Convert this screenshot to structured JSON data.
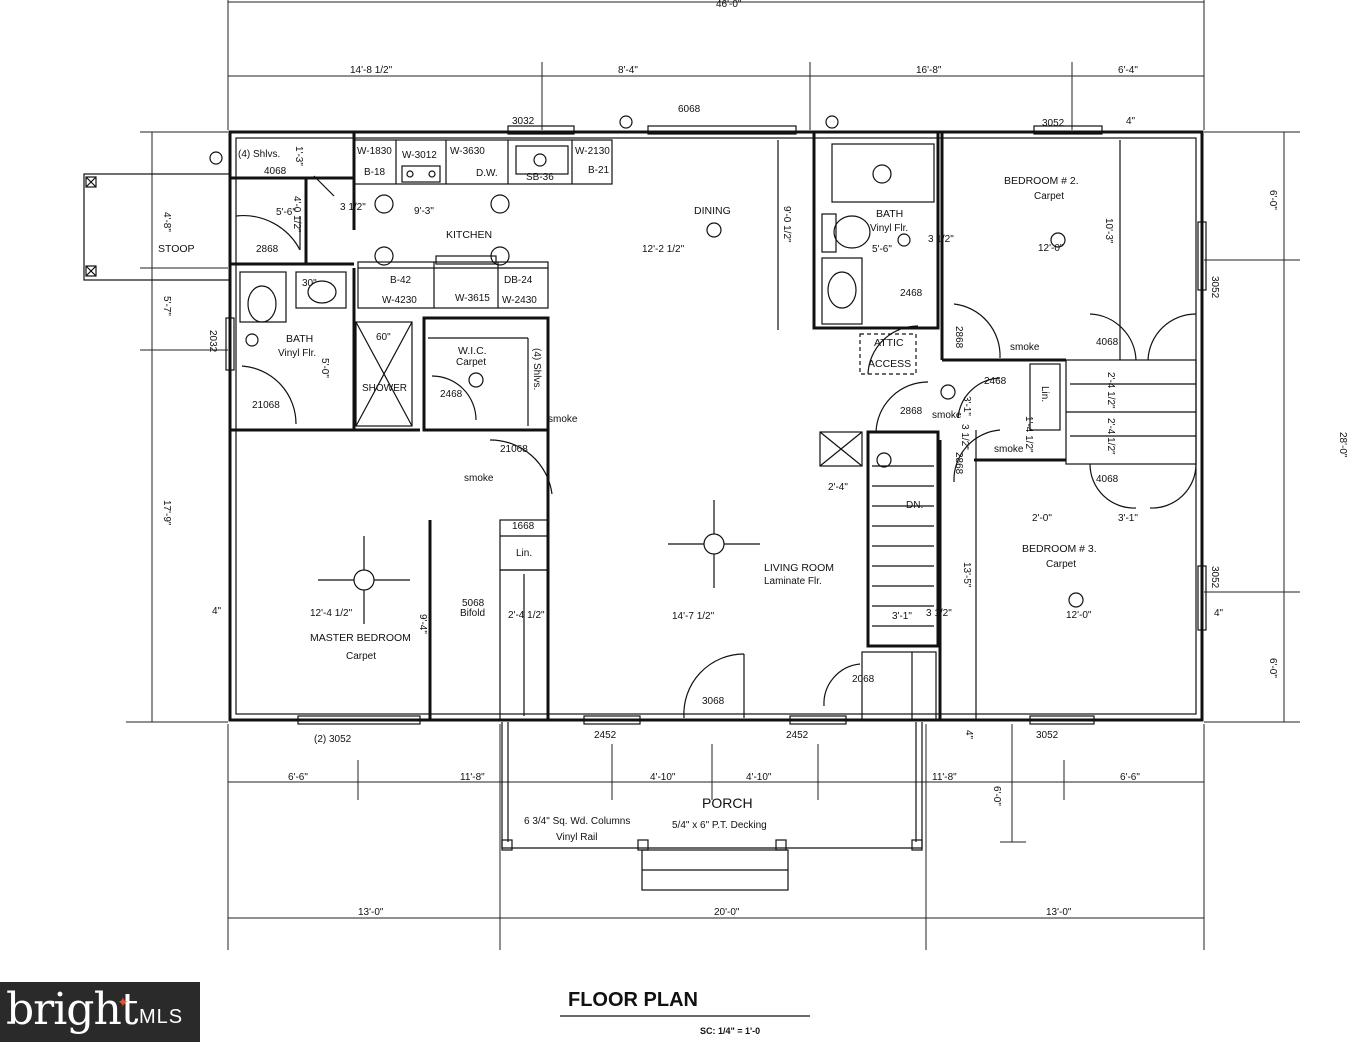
{
  "title": "FLOOR PLAN",
  "scale": "SC: 1/4\" = 1'-0",
  "watermark": {
    "word": "bright",
    "suffix": "MLS",
    "accent_color": "#e8512a"
  },
  "rooms": {
    "stoop": "STOOP",
    "kitchen": "KITCHEN",
    "dining": "DINING",
    "bath_hall": "BATH",
    "bath_hall_floor": "Vinyl Flr.",
    "bedroom2": "BEDROOM # 2.",
    "bedroom2_floor": "Carpet",
    "bath_master": "BATH",
    "bath_master_floor": "Vinyl Flr.",
    "shower": "SHOWER",
    "shower_size": "60\"",
    "wic": "W.I.C.",
    "wic_floor": "Carpet",
    "attic1": "ATTIC",
    "attic2": "ACCESS",
    "living": "LIVING ROOM",
    "living_floor": "Laminate Flr.",
    "bedroom3": "BEDROOM # 3.",
    "bedroom3_floor": "Carpet",
    "master": "MASTER BEDROOM",
    "master_floor": "Carpet",
    "porch": "PORCH",
    "porch_deck": "5/4\" x 6\" P.T. Decking",
    "porch_col1": "6 3/4\" Sq. Wd. Columns",
    "porch_col2": "Vinyl Rail",
    "stairs": "DN.",
    "lin1": "Lin.",
    "lin2": "Lin."
  },
  "fixtures": {
    "shelves1": "(4) Shlvs.",
    "shelves2": "(4) Shlvs.",
    "w1830": "W-1830",
    "b18": "B-18",
    "w3012": "W-3012",
    "w3630": "W-3630",
    "dw": "D.W.",
    "sb36": "SB-36",
    "w2130": "W-2130",
    "b21": "B-21",
    "b42": "B-42",
    "w4230": "W-4230",
    "w3615": "W-3615",
    "db24": "DB-24",
    "w2430": "W-2430",
    "bifold": "Bifold",
    "smoke1": "smoke",
    "smoke2": "smoke",
    "smoke3": "smoke",
    "smoke4": "smoke",
    "smoke5": "smoke"
  },
  "dimensions": {
    "overall": "46'-0\"",
    "top1": "14'-8 1/2\"",
    "top2": "8'-4\"",
    "top3": "16'-8\"",
    "top4": "6'-4\"",
    "left_48": "4'-8\"",
    "left_57": "5'-7\"",
    "left_179": "17'-9\"",
    "right_60a": "6'-0\"",
    "right_280": "28'-0\"",
    "right_60b": "6'-0\"",
    "bot1": "6'-6\"",
    "bot2": "11'-8\"",
    "bot3": "4'-10\"",
    "bot4": "4'-10\"",
    "bot5": "11'-8\"",
    "bot6": "6'-6\"",
    "porch_depth": "6'-0\"",
    "base1": "13'-0\"",
    "base2": "20'-0\"",
    "base3": "13'-0\"",
    "d_13": "1'-3\"",
    "d_4012": "4'-0 1/2\"",
    "d_56": "5'-6\"",
    "d_312a": "3 1/2\"",
    "d_93": "9'-3\"",
    "d_12212": "12'-2 1/2\"",
    "d_9012": "9'-0 1/2\"",
    "d_56b": "5'-6\"",
    "d_312b": "3 1/2\"",
    "d_120a": "12'-0\"",
    "d_103": "10'-3\"",
    "d_50": "5'-0\"",
    "d_3012": "30\"",
    "d_24a": "2'-4\"",
    "d_2412a": "2'-4 1/2\"",
    "d_2412b": "2'-4 1/2\"",
    "d_31a": "3'-1\"",
    "d_312c": "3 1/2\"",
    "d_1412": "1'-4 1/2\"",
    "d_20": "2'-0\"",
    "d_31b": "3'-1\"",
    "d_1235": "13'-5\"",
    "d_12412": "12'-4 1/2\"",
    "d_94": "9'-4\"",
    "d_2412c": "2'-4 1/2\"",
    "d_14712": "14'-7 1/2\"",
    "d_31c": "3'-1\"",
    "d_312d": "3 1/2\"",
    "d_120b": "12'-0\"",
    "d_4a": "4\"",
    "d_4b": "4\"",
    "d_4c": "4\"",
    "d_4d": "4\""
  },
  "openings": {
    "o4068a": "4068",
    "o2868a": "2868",
    "o3032": "3032",
    "o6068": "6068",
    "o3052a": "3052",
    "o3052r1": "3052",
    "o2032": "2032",
    "o21068a": "21068",
    "o2468a": "2468",
    "o21068b": "21068",
    "o2468b": "2468",
    "o2868b": "2868",
    "o4068b": "4068",
    "o2468c": "2468",
    "o2868c": "2868",
    "o2868d": "2868",
    "o4068c": "4068",
    "o1668": "1668",
    "o5068": "5068",
    "o3052r2": "3052",
    "o2068": "2068",
    "o3068": "3068",
    "o3052b": "(2) 3052",
    "o2452a": "2452",
    "o2452b": "2452",
    "o3052c": "3052"
  }
}
